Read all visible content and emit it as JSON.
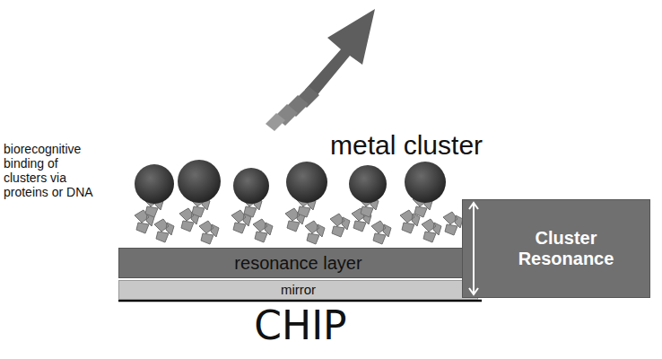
{
  "diagram": {
    "nodes": [
      {
        "text": [
          "resonance layer"
        ]
      },
      {
        "text": [
          "mirror"
        ]
      },
      {
        "text": [
          "Cluster Resonance"
        ]
      }
    ],
    "labels": [
      "metal cluster",
      "biorecognitive binding of clusters via proteins or DNA",
      "CHIP"
    ]
  }
}
